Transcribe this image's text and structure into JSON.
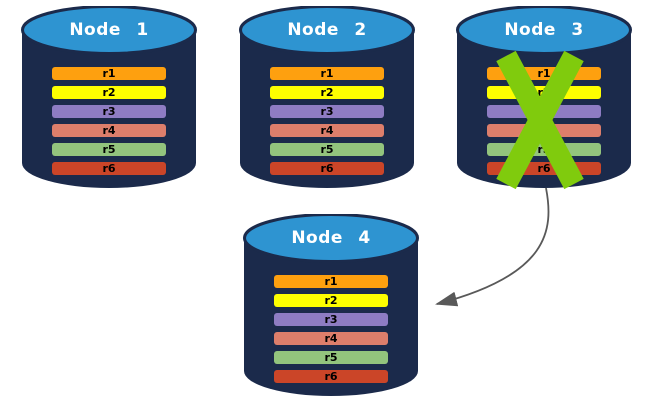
{
  "nodes": [
    {
      "label": "Node 1",
      "failed": false,
      "replicas": [
        "r1",
        "r2",
        "r3",
        "r4",
        "r5",
        "r6"
      ]
    },
    {
      "label": "Node 2",
      "failed": false,
      "replicas": [
        "r1",
        "r2",
        "r3",
        "r4",
        "r5",
        "r6"
      ]
    },
    {
      "label": "Node 3",
      "failed": true,
      "replicas": [
        "r1",
        "r2",
        "r3",
        "r4",
        "r5",
        "r6"
      ]
    },
    {
      "label": "Node 4",
      "failed": false,
      "replicas": [
        "r1",
        "r2",
        "r3",
        "r4",
        "r5",
        "r6"
      ]
    }
  ],
  "colors": {
    "cylinder_body": "#1B2A4B",
    "cylinder_top": "#2E94D1",
    "node_label_text": "#FFFFFF",
    "replica_text": "#000000",
    "replicas": {
      "r1": "#FEA00F",
      "r2": "#FEFE00",
      "r3": "#8E7CC3",
      "r4": "#DD7E6B",
      "r5": "#93C47D",
      "r6": "#CB4528"
    },
    "failure_x": "#80CB0D",
    "arrow": "#595959"
  }
}
